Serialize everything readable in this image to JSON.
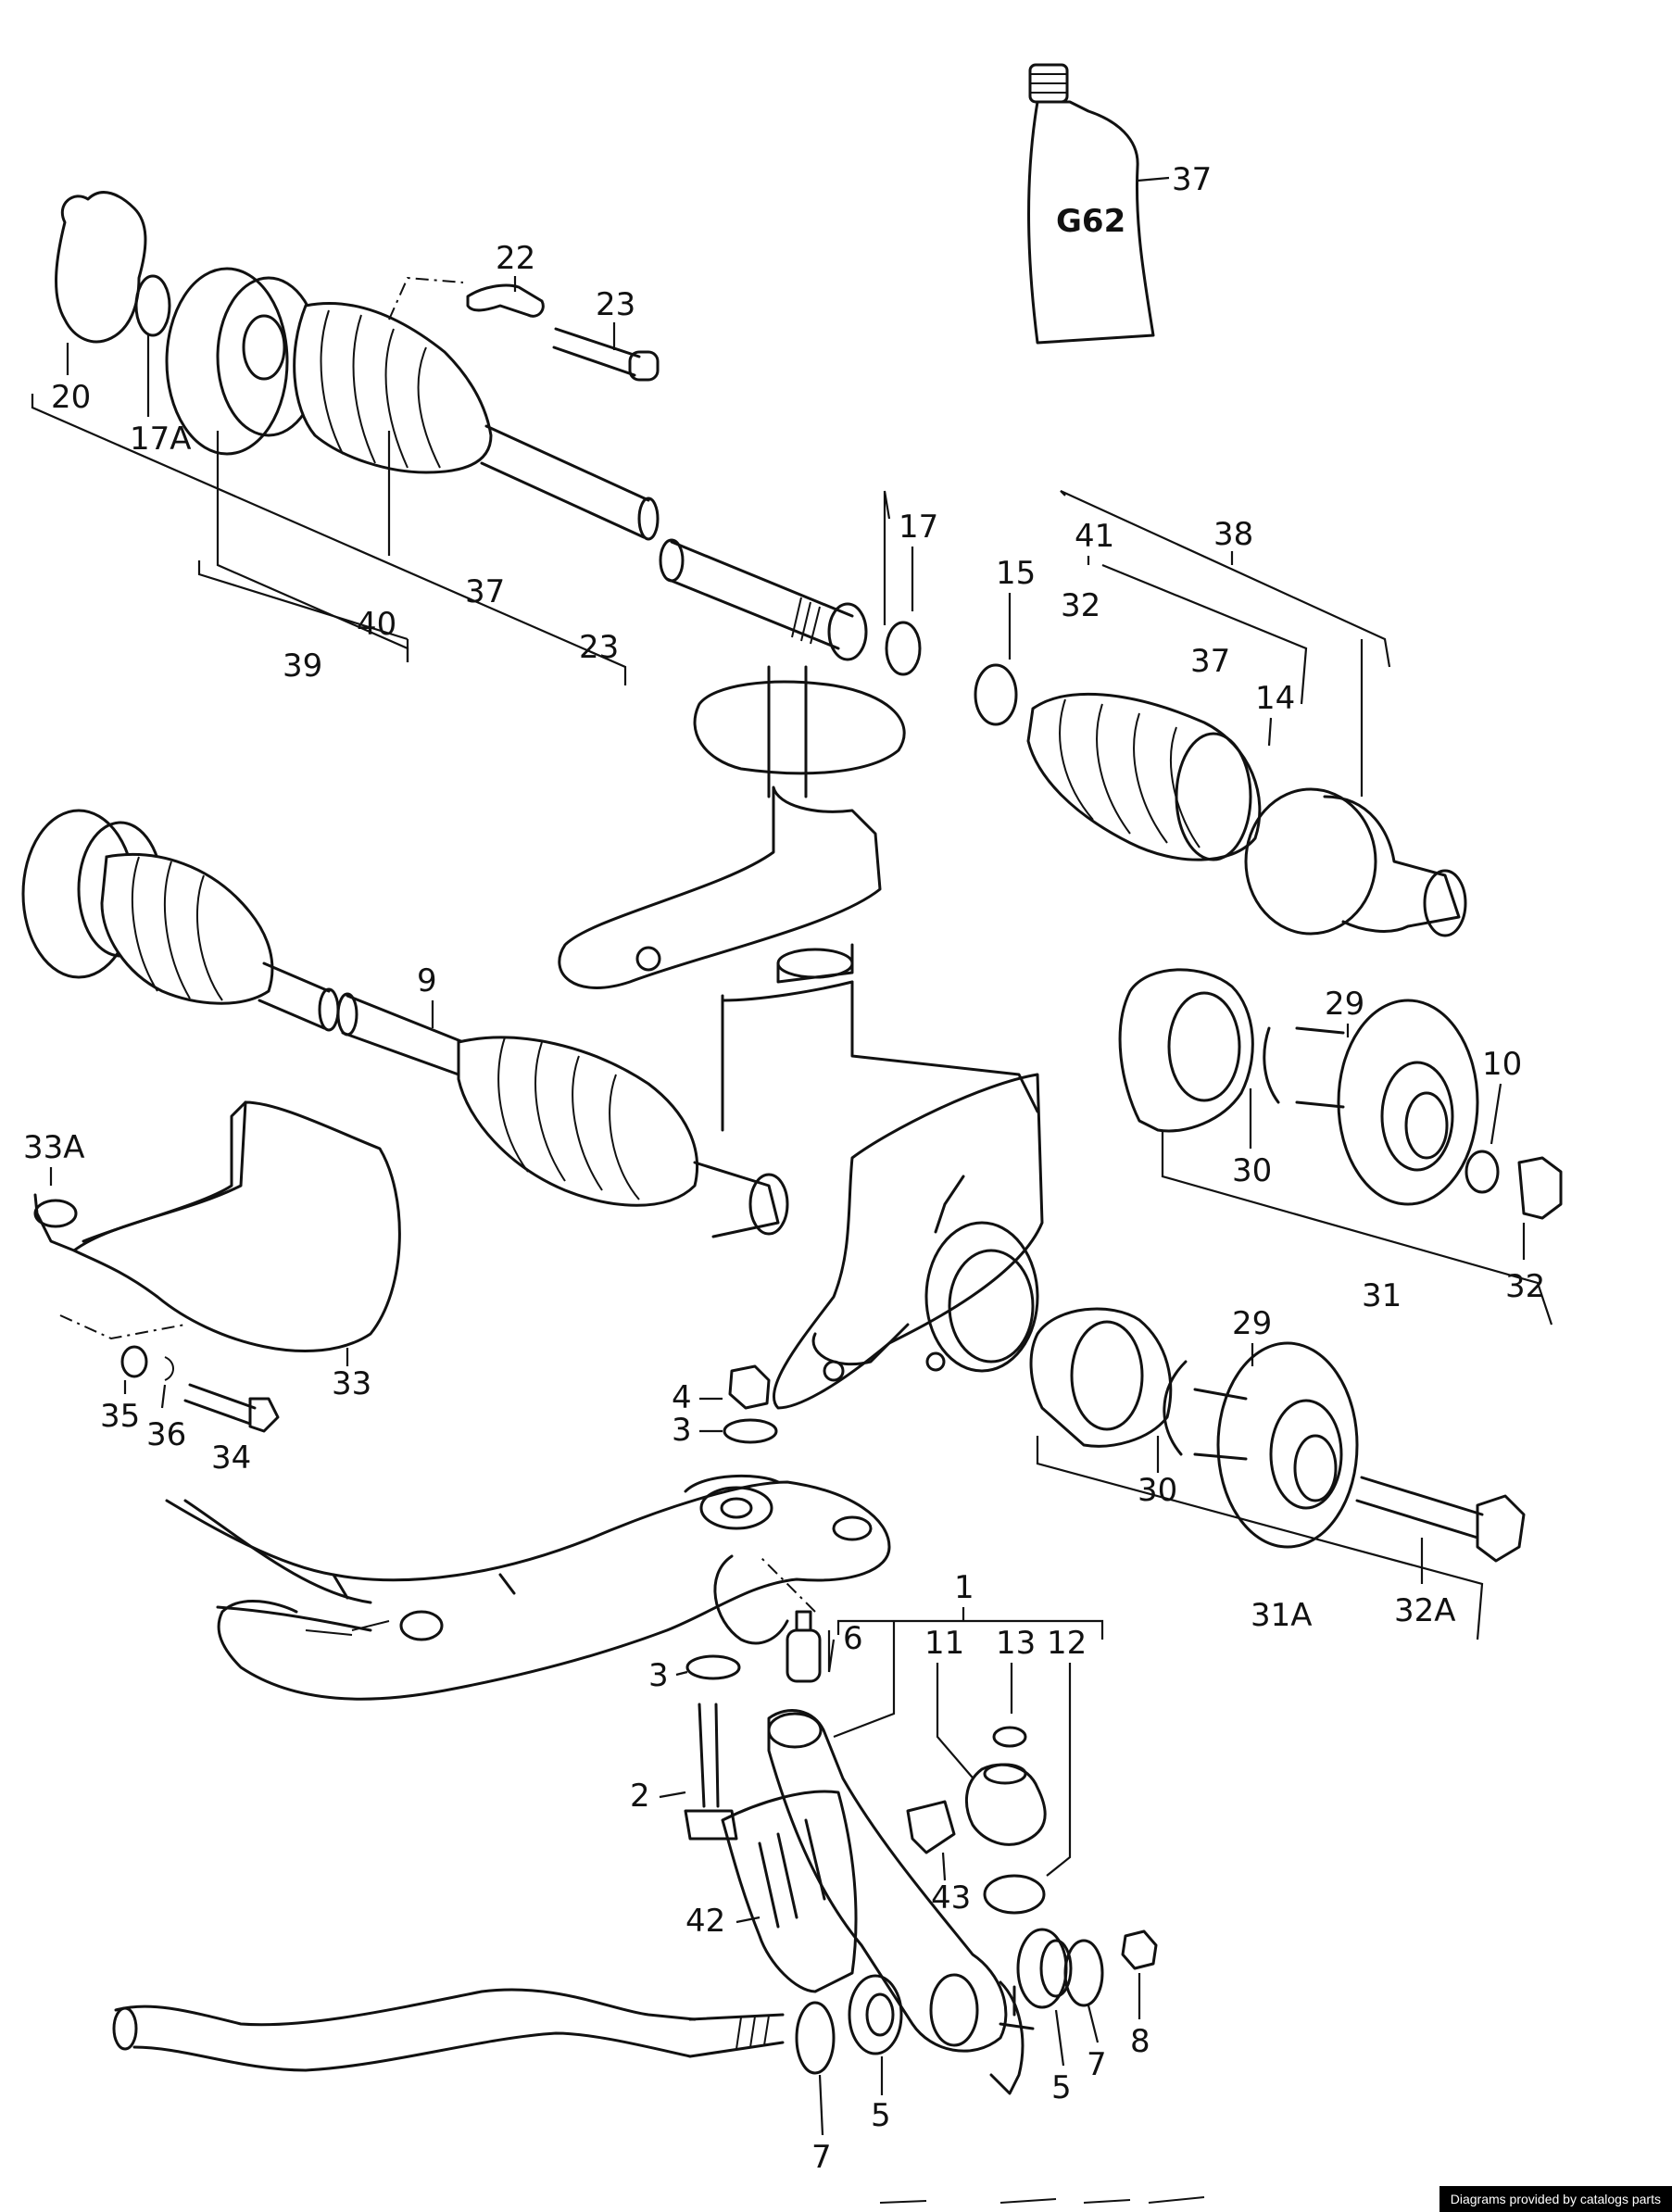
{
  "diagram": {
    "callouts": {
      "c37_tube": "37",
      "c22": "22",
      "c23_top": "23",
      "c20": "20",
      "c17A": "17A",
      "c37_mid": "37",
      "c40": "40",
      "c39": "39",
      "c23_br": "23",
      "c17": "17",
      "c15": "15",
      "c41": "41",
      "c32_top": "32",
      "c38": "38",
      "c37_right": "37",
      "c14": "14",
      "c9": "9",
      "c29_top": "29",
      "c10": "10",
      "c30_top": "30",
      "c31": "31",
      "c32_right": "32",
      "c33A": "33A",
      "c33": "33",
      "c35": "35",
      "c36": "36",
      "c34": "34",
      "c4": "4",
      "c3_top": "3",
      "c3_low": "3",
      "c6": "6",
      "c29_low": "29",
      "c30_low": "30",
      "c31A": "31A",
      "c32A": "32A",
      "c1": "1",
      "c11": "11",
      "c13": "13",
      "c12": "12",
      "c2": "2",
      "c43": "43",
      "c42": "42",
      "c8": "8",
      "c5_right": "5",
      "c7_right": "7",
      "c5_left": "5",
      "c7_left": "7"
    },
    "tube_label": "G62"
  },
  "footer": {
    "credit": "Diagrams provided by catalogs parts"
  }
}
